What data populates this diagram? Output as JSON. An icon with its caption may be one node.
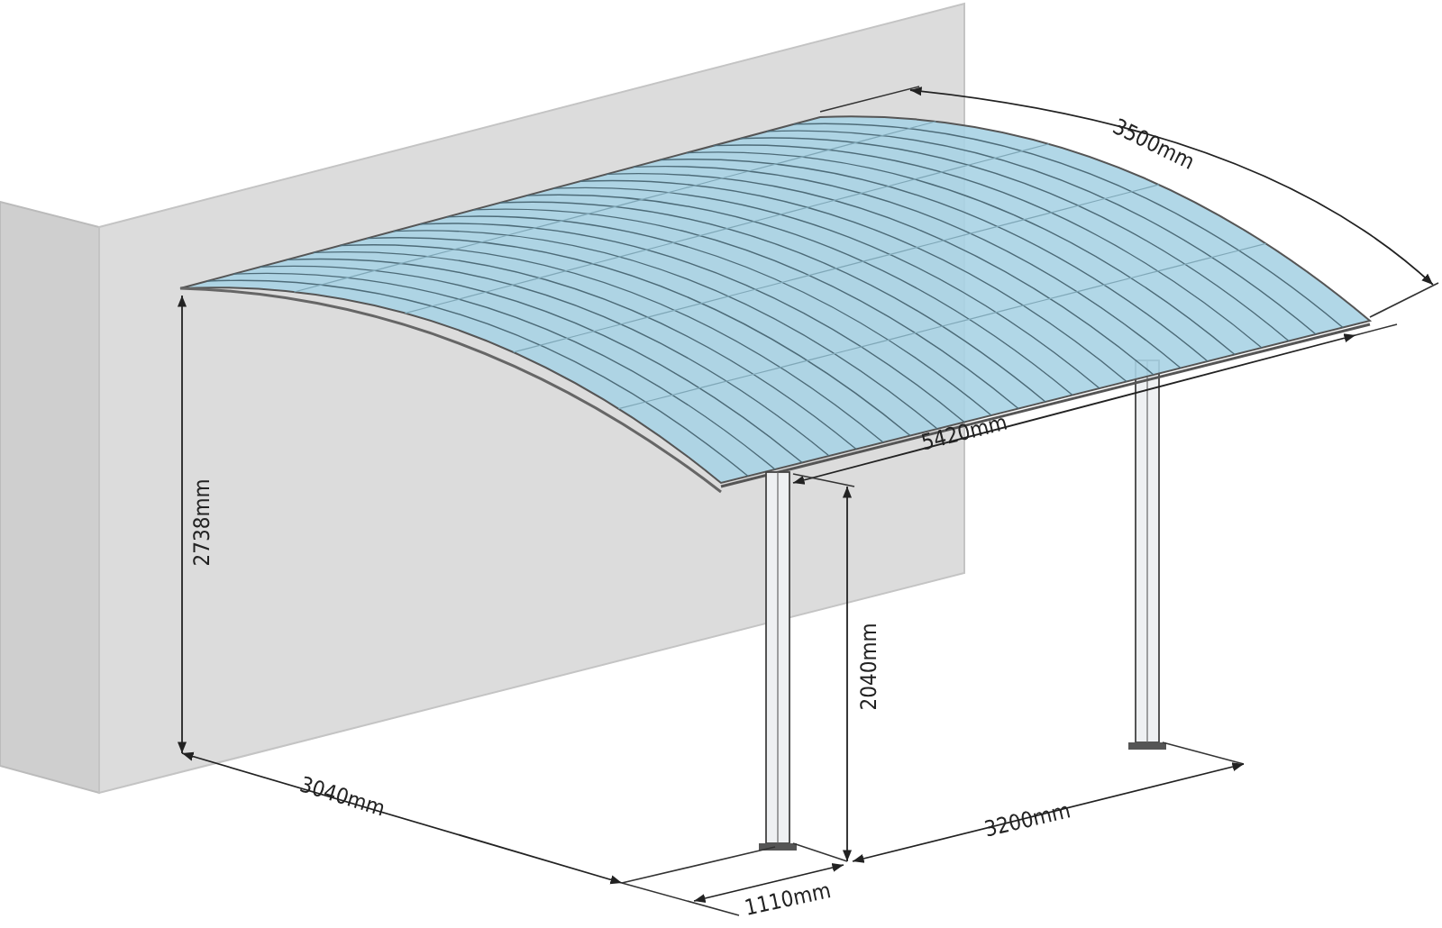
{
  "diagram": {
    "labels": [
      "3500mm",
      "5420mm",
      "2738mm",
      "2040mm",
      "3040mm",
      "3200mm",
      "1110mm"
    ]
  }
}
